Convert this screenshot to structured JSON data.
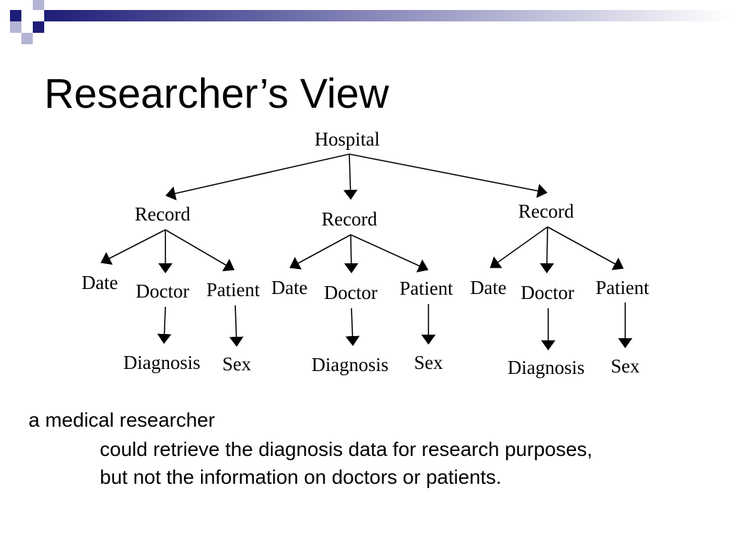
{
  "slide": {
    "title": "Researcher’s View",
    "theme": {
      "accent_dark": "#1e1e78",
      "accent_mid": "#6a6aa8",
      "accent_light": "#b4b4d4"
    }
  },
  "diagram": {
    "root": "Hospital",
    "records": [
      {
        "label": "Record",
        "fields": [
          "Date",
          "Doctor",
          "Patient"
        ],
        "leaves": [
          "Diagnosis",
          "Sex"
        ]
      },
      {
        "label": "Record",
        "fields": [
          "Date",
          "Doctor",
          "Patient"
        ],
        "leaves": [
          "Diagnosis",
          "Sex"
        ]
      },
      {
        "label": "Record",
        "fields": [
          "Date",
          "Doctor",
          "Patient"
        ],
        "leaves": [
          "Diagnosis",
          "Sex"
        ]
      }
    ]
  },
  "caption": {
    "line1": "a medical researcher",
    "line2": "could retrieve the diagnosis data for research purposes,",
    "line3": "but not the information on doctors or patients."
  }
}
